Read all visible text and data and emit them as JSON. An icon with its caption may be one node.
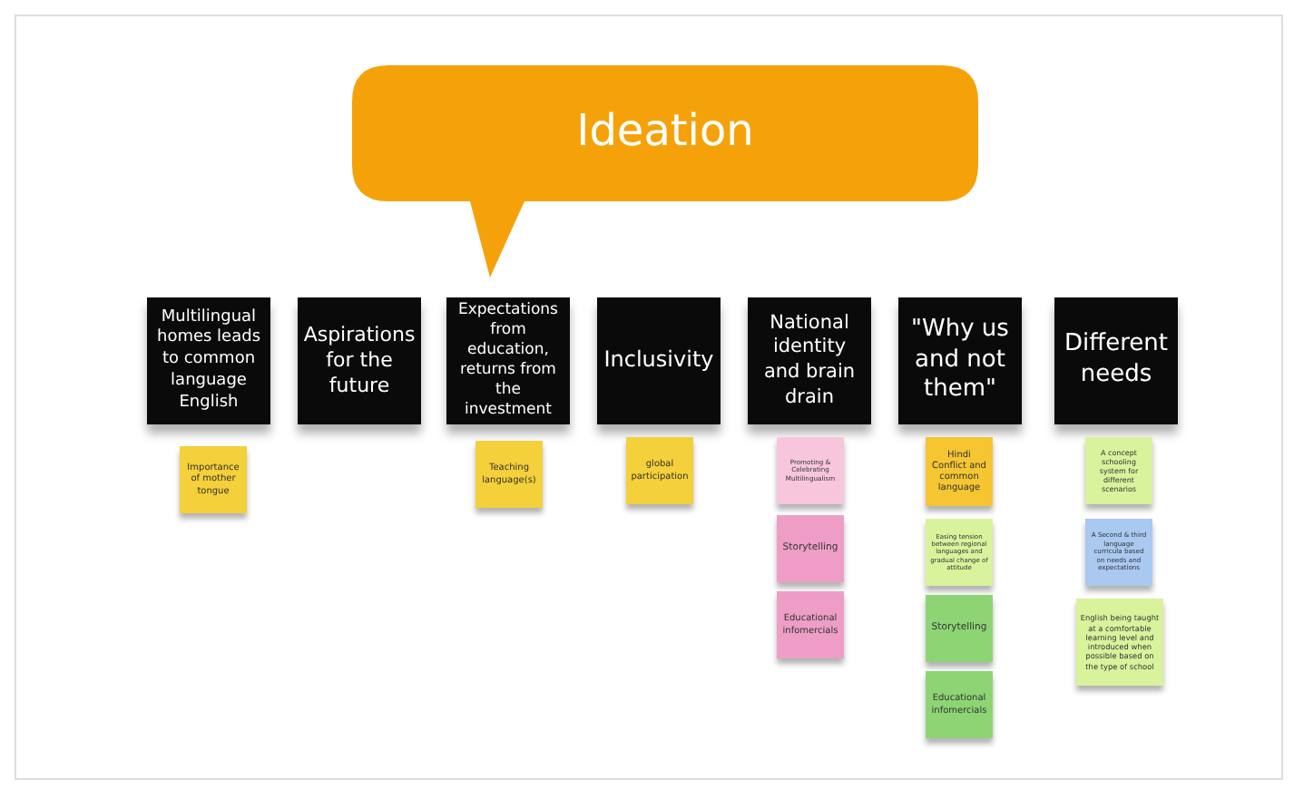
{
  "diagram": {
    "nodes": [
      {
        "text": [
          "Ideation"
        ]
      },
      {
        "text": [
          "Multilingual homes leads to common language English"
        ]
      },
      {
        "text": [
          "Aspirations for the future"
        ]
      },
      {
        "text": [
          "Expectations from education, returns from the investment"
        ]
      },
      {
        "text": [
          "Inclusivity"
        ]
      },
      {
        "text": [
          "National identity and brain drain"
        ]
      },
      {
        "text": [
          "\"Why us and not them\""
        ]
      },
      {
        "text": [
          "Different needs"
        ]
      },
      {
        "text": [
          "Importance of mother tongue"
        ]
      },
      {
        "text": [
          "Teaching language(s)"
        ]
      },
      {
        "text": [
          "global participation"
        ]
      },
      {
        "text": [
          "Promoting & Celebrating Multilingualism"
        ]
      },
      {
        "text": [
          "Storytelling"
        ]
      },
      {
        "text": [
          "Educational infomercials"
        ]
      },
      {
        "text": [
          "Hindi Conflict and common language"
        ]
      },
      {
        "text": [
          "Easing tension between regional languages and gradual change of attitude"
        ]
      },
      {
        "text": [
          "Storytelling"
        ]
      },
      {
        "text": [
          "Educational infomercials"
        ]
      },
      {
        "text": [
          "A concept schooling system for different scenarios"
        ]
      },
      {
        "text": [
          "A Second & third language curricula based on needs and expectations"
        ]
      },
      {
        "text": [
          "English being taught at a comfortable learning level and introduced when possible based on the type of school"
        ]
      }
    ]
  }
}
